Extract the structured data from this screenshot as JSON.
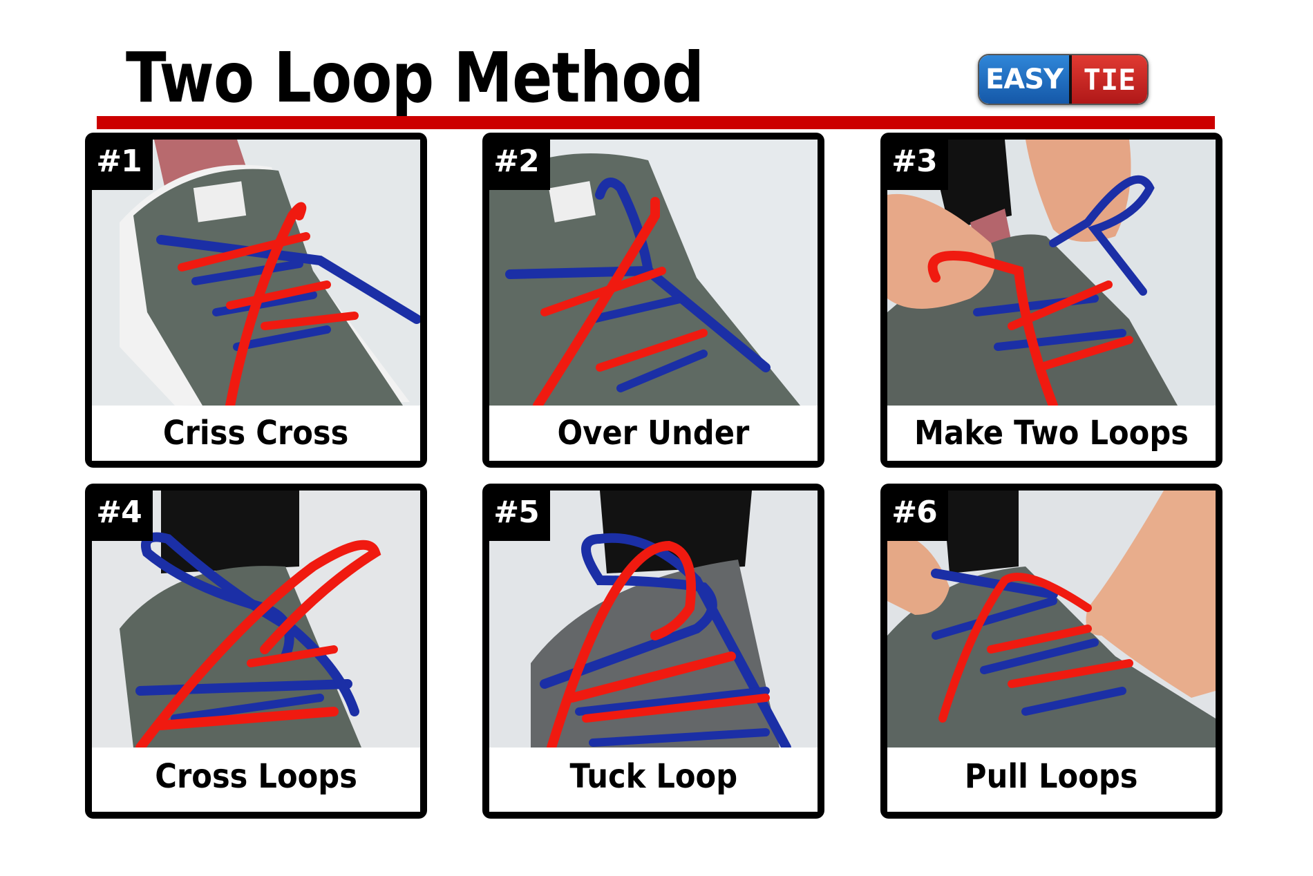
{
  "header": {
    "title": "Two Loop Method",
    "logo": {
      "left": "EASY",
      "right": "TIE"
    }
  },
  "colors": {
    "accent_red": "#cc0000",
    "lace_red": "#f01a10",
    "lace_blue": "#1a2fa8",
    "shoe_gray": "#5c665f",
    "logo_blue": "#1f6fc4",
    "logo_red": "#c92424"
  },
  "steps": [
    {
      "number": "#1",
      "label": "Criss Cross"
    },
    {
      "number": "#2",
      "label": "Over Under"
    },
    {
      "number": "#3",
      "label": "Make Two Loops"
    },
    {
      "number": "#4",
      "label": "Cross Loops"
    },
    {
      "number": "#5",
      "label": "Tuck Loop"
    },
    {
      "number": "#6",
      "label": "Pull Loops"
    }
  ]
}
